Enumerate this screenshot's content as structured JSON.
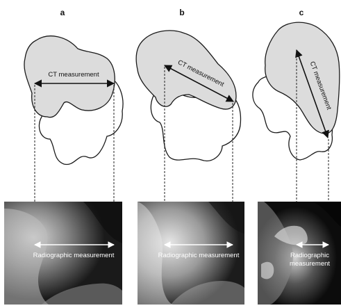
{
  "panels": [
    {
      "letter": "a",
      "ct_label": "CT measurement",
      "radiograph_label_lines": [
        "Radiographic measurement"
      ]
    },
    {
      "letter": "b",
      "ct_label": "CT measurement",
      "radiograph_label_lines": [
        "Radiographic measurement"
      ]
    },
    {
      "letter": "c",
      "ct_label": "CT measurement",
      "radiograph_label_lines": [
        "Radiographic",
        "measurement"
      ]
    }
  ],
  "colors": {
    "bone_fill": "#dcdcdc",
    "outline": "#1a1a1a",
    "radiograph_dark": "#111111",
    "arrow_white": "#ffffff"
  }
}
